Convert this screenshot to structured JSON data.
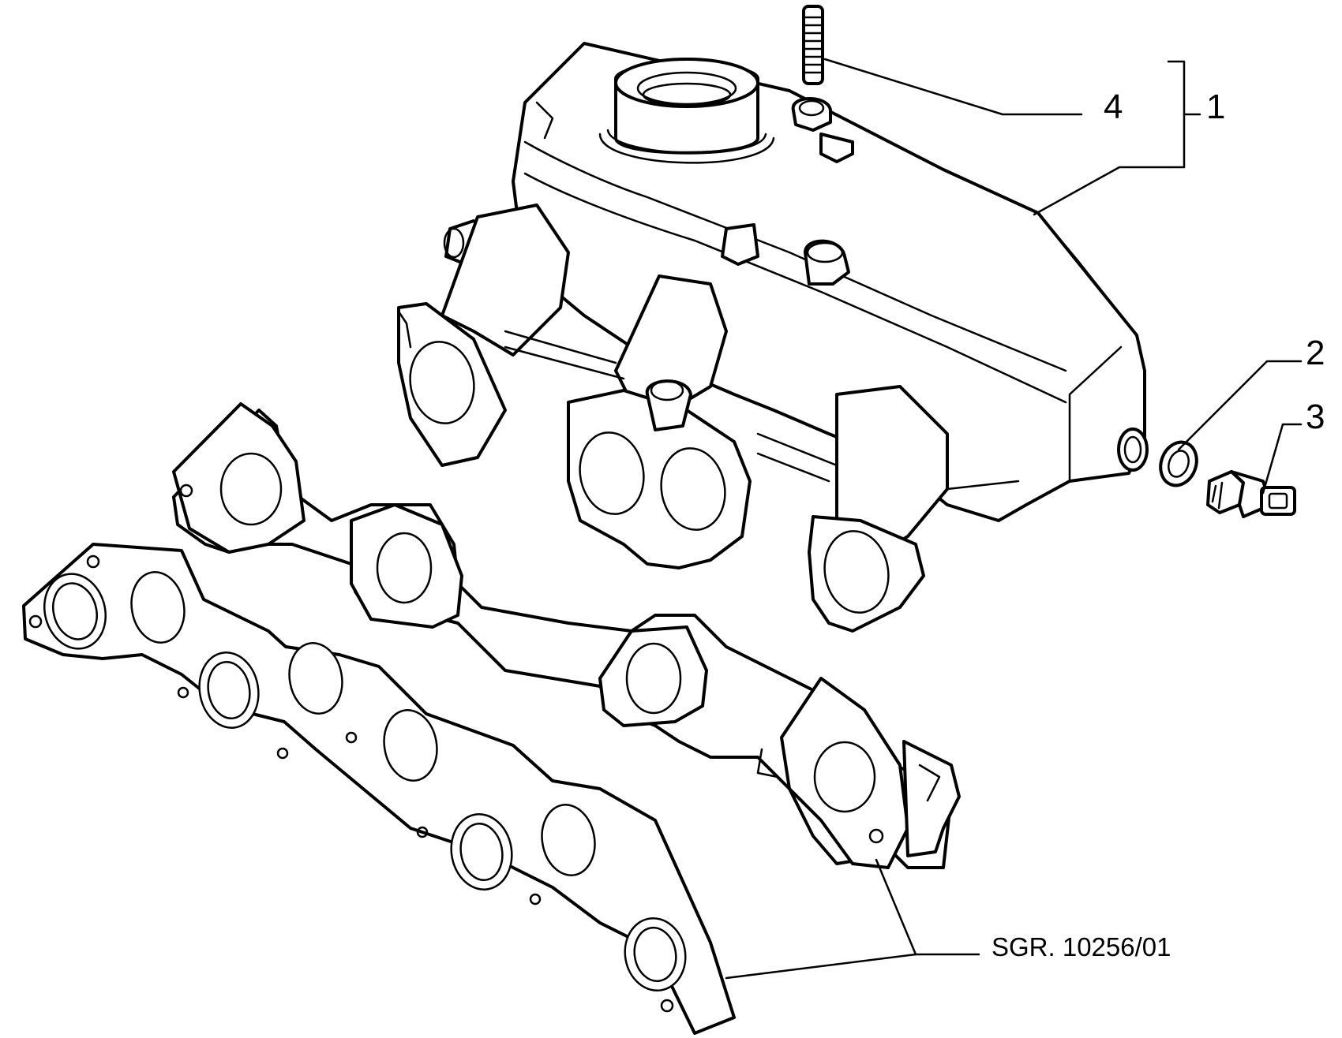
{
  "callouts": {
    "c1": "1",
    "c2": "2",
    "c3": "3",
    "c4": "4"
  },
  "reference": "SGR. 10256/01"
}
